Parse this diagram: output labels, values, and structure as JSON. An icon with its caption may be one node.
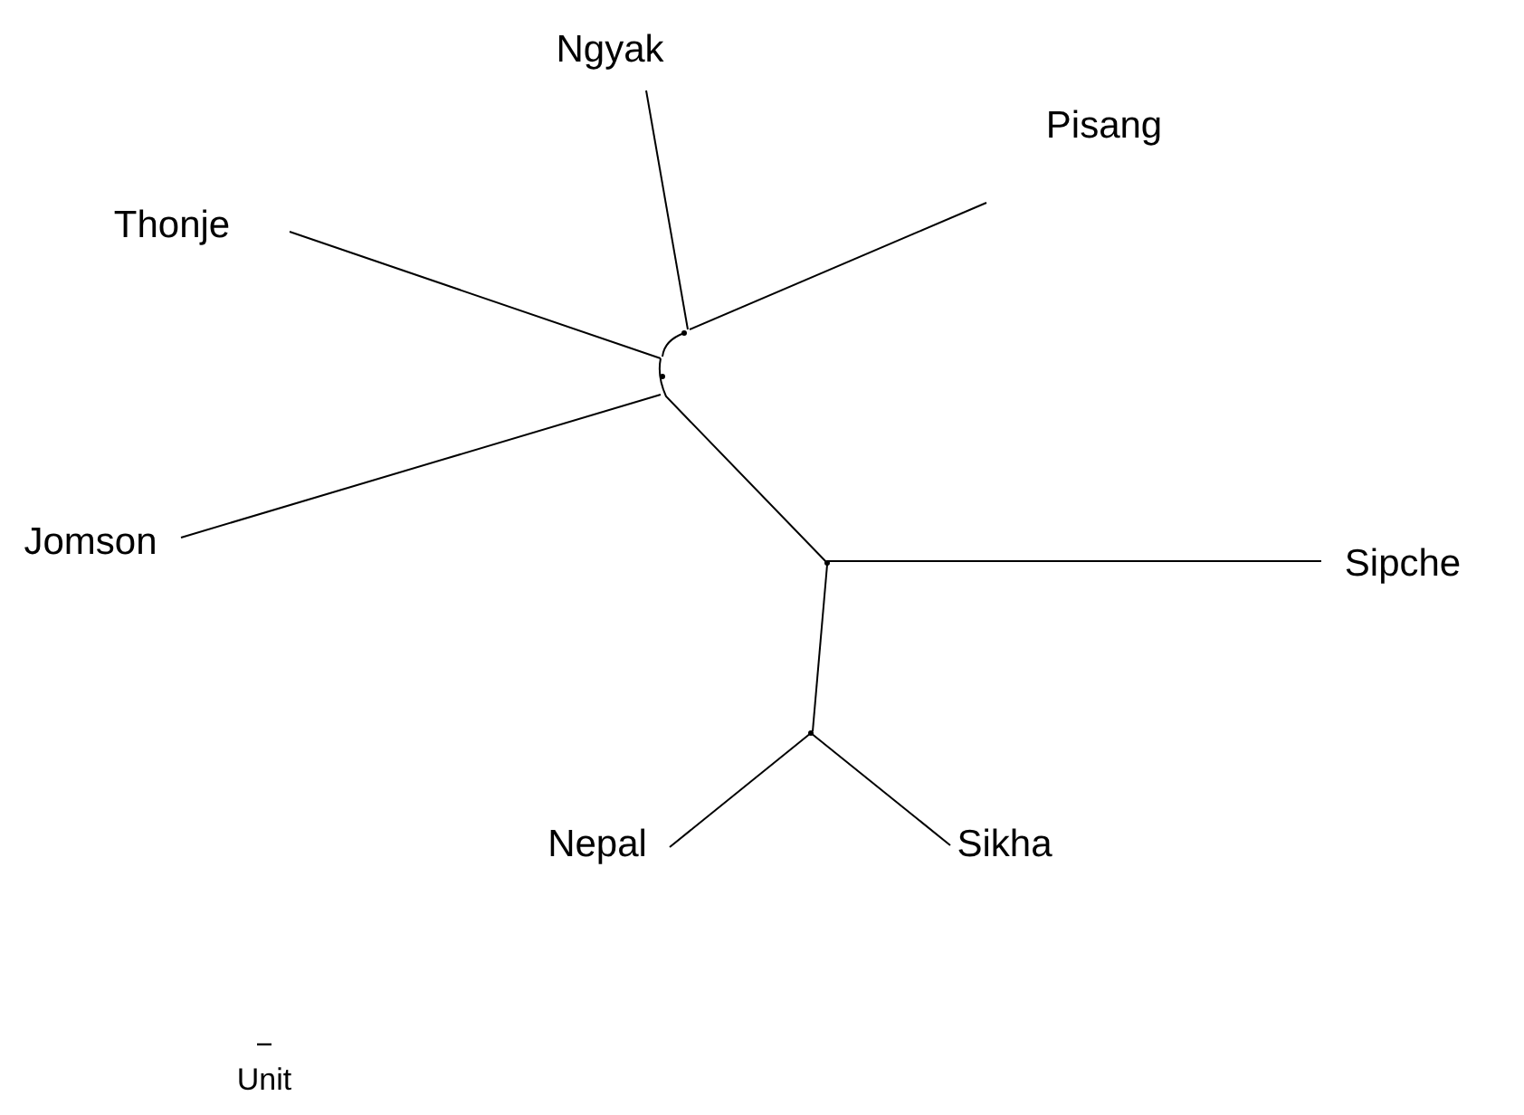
{
  "diagram": {
    "nodes": [
      {
        "text": [
          "Ngyak"
        ]
      },
      {
        "text": [
          "Pisang"
        ]
      },
      {
        "text": [
          "Thonje"
        ]
      },
      {
        "text": [
          "Jomson"
        ]
      },
      {
        "text": [
          "Sipche"
        ]
      },
      {
        "text": [
          "Nepal"
        ]
      },
      {
        "text": [
          "Sikha"
        ]
      },
      {
        "text": [],
        "shape": "point"
      },
      {
        "text": [],
        "shape": "point"
      },
      {
        "text": [],
        "shape": "point"
      },
      {
        "text": [],
        "shape": "point"
      }
    ],
    "edges": [
      {
        "from": 0,
        "to": 7,
        "arrow": "none"
      },
      {
        "from": 1,
        "to": 7,
        "arrow": "none"
      },
      {
        "from": 7,
        "to": 8,
        "arrow": "none"
      },
      {
        "from": 2,
        "to": 8,
        "arrow": "none"
      },
      {
        "from": 3,
        "to": 8,
        "arrow": "none"
      },
      {
        "from": 8,
        "to": 9,
        "arrow": "none"
      },
      {
        "from": 4,
        "to": 9,
        "arrow": "none"
      },
      {
        "from": 9,
        "to": 10,
        "arrow": "none"
      },
      {
        "from": 5,
        "to": 10,
        "arrow": "none"
      },
      {
        "from": 6,
        "to": 10,
        "arrow": "none"
      }
    ],
    "labels": [
      "Unit"
    ]
  }
}
